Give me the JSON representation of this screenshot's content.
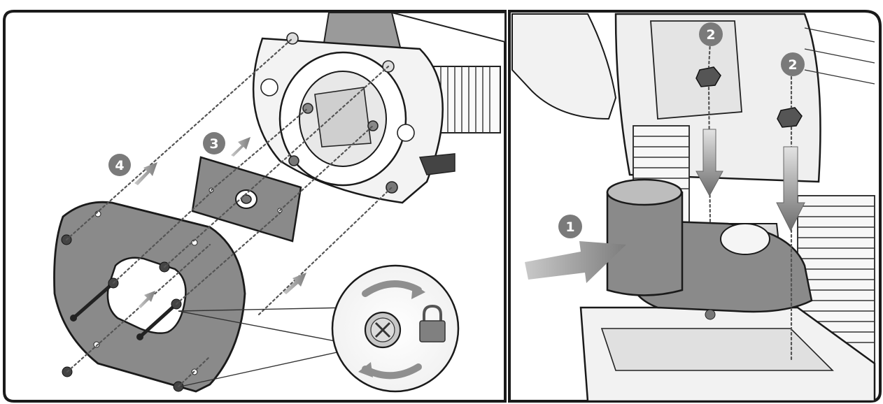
{
  "panels": {
    "left": {
      "step_badges": [
        "3",
        "4"
      ]
    },
    "right": {
      "step_badges": [
        "1",
        "2",
        "2"
      ]
    }
  },
  "colors": {
    "badge": "#7a7a7a",
    "plate": "#8a8a8a",
    "frame": "#1a1a1a",
    "arrow": "#8f8f8f",
    "lock": "#808080"
  },
  "icons": [
    "clockwise-arrow-icon",
    "screw-head-icon",
    "lock-icon",
    "counterclockwise-arrow-icon"
  ]
}
